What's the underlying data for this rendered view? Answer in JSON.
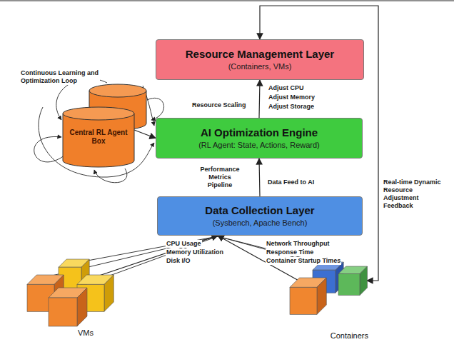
{
  "diagram": {
    "nodes": [
      {
        "text": [
          "Resource Management Layer",
          "(Containers, VMs)"
        ]
      },
      {
        "text": [
          "AI Optimization Engine",
          "(RL Agent: State, Actions, Reward)"
        ]
      },
      {
        "text": [
          "Central RL Agent Box"
        ]
      },
      {
        "text": [
          "Data Collection Layer",
          "(Sysbench, Apache Bench)"
        ]
      },
      {
        "text": [
          "VMs"
        ]
      },
      {
        "text": [
          "Containers"
        ]
      }
    ],
    "edges": [
      {
        "from": 3,
        "to": 1,
        "arrow": "to"
      },
      {
        "from": 1,
        "to": 0,
        "arrow": "to"
      },
      {
        "from": 2,
        "to": 1,
        "arrow": "to"
      },
      {
        "from": 4,
        "to": 3,
        "arrow": "to"
      },
      {
        "from": 5,
        "to": 3,
        "arrow": "to"
      },
      {
        "from": 0,
        "to": 5,
        "arrow": "both"
      }
    ],
    "labels": [
      "Continuous Learning and Optimization Loop",
      "Resource Scaling",
      "Adjust CPU",
      "Adjust Memory",
      "Adjust Storage",
      "Performance Metrics Pipeline",
      "Data Feed to AI",
      "CPU Usage",
      "Memory Utilization",
      "Disk I/O",
      "Network Throughput",
      "Response Time",
      "Container Startup Times",
      "Real-time Dynamic Resource Adjustment Feedback"
    ]
  }
}
